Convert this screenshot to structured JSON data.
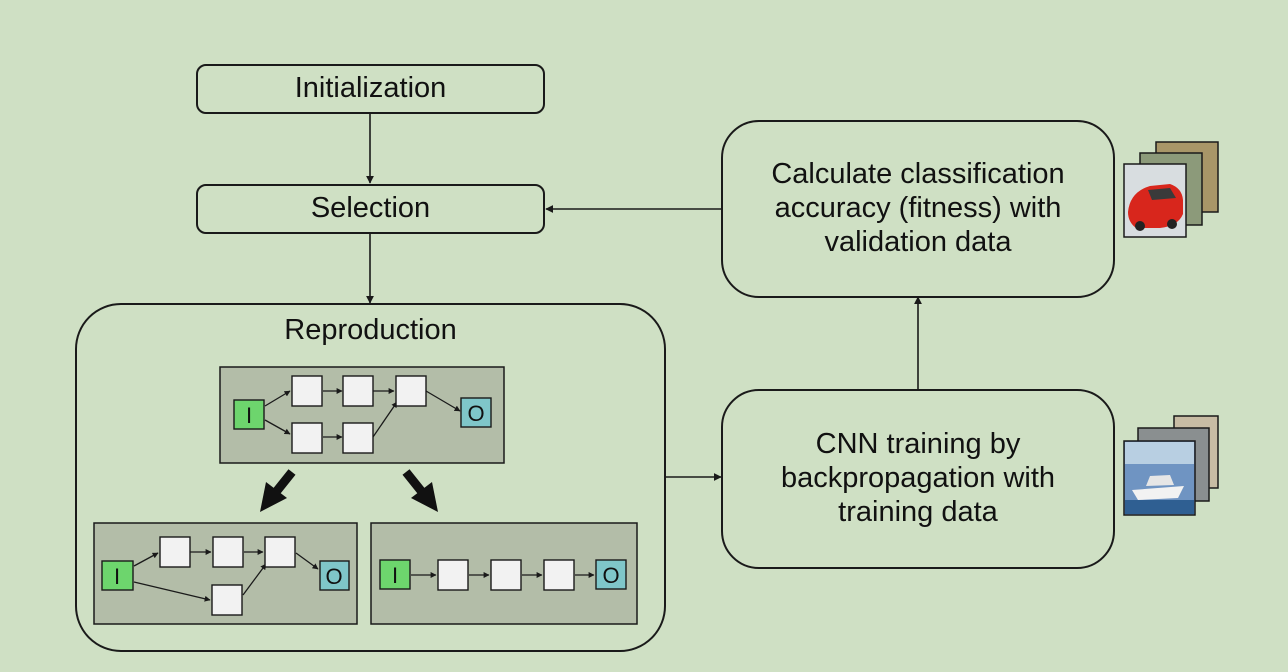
{
  "steps": {
    "init": "Initialization",
    "select": "Selection",
    "reproduce": "Reproduction",
    "train": "CNN training by\nbackpropagation with\ntraining data",
    "evaluate": "Calculate classification\naccuracy (fitness) with\nvalidation data"
  },
  "node_labels": {
    "input": "I",
    "output": "O"
  },
  "colors": {
    "background": "#cfe0c4",
    "panel": "#b3bda8",
    "input_node": "#6dd56d",
    "output_node": "#7fc6c9",
    "hidden_node": "#f2f2f2",
    "stroke": "#1a1a1a"
  },
  "icons": {
    "validation_images": "image-stack-icon",
    "training_images": "image-stack-icon"
  }
}
